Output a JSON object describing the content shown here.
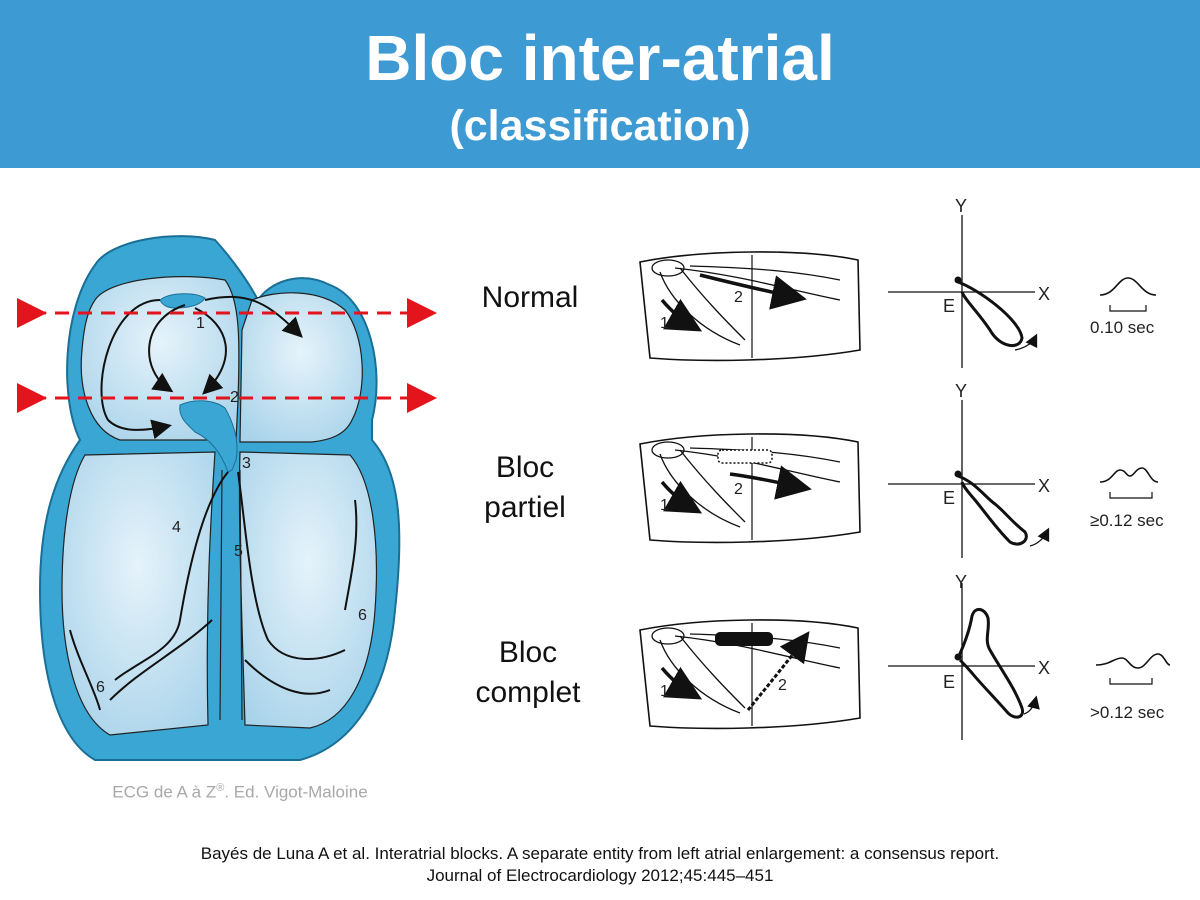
{
  "header": {
    "title": "Bloc inter-atrial",
    "subtitle": "(classification)",
    "color": "#3d9ad3"
  },
  "rows": [
    {
      "label": "Normal",
      "duration": "0.10 sec"
    },
    {
      "label": "Bloc partiel",
      "label_line1": "Bloc",
      "label_line2": "partiel",
      "duration": "≥0.12 sec"
    },
    {
      "label": "Bloc complet",
      "label_line1": "Bloc",
      "label_line2": "complet",
      "duration": ">0.12 sec"
    }
  ],
  "atria_diagram": {
    "path_numbers": [
      "1",
      "2"
    ]
  },
  "loop_axes": {
    "x_label": "X",
    "y_label": "Y",
    "origin_label": "E"
  },
  "heart_diagram": {
    "path_numbers": [
      "1",
      "2",
      "3",
      "4",
      "5",
      "6",
      "6"
    ],
    "heart_color": "#3aa6d3",
    "chamber_color": "#cfe8f4",
    "arrow_color": "#e3141b"
  },
  "credit": {
    "text": "ECG de A à Z",
    "superscript": "®",
    "suffix": ". Ed. Vigot-Maloine"
  },
  "reference": {
    "line1": "Bayés de Luna A et al. Interatrial blocks. A separate entity from left atrial enlargement: a consensus report.",
    "line2": "Journal of Electrocardiology 2012;45:445–451"
  }
}
